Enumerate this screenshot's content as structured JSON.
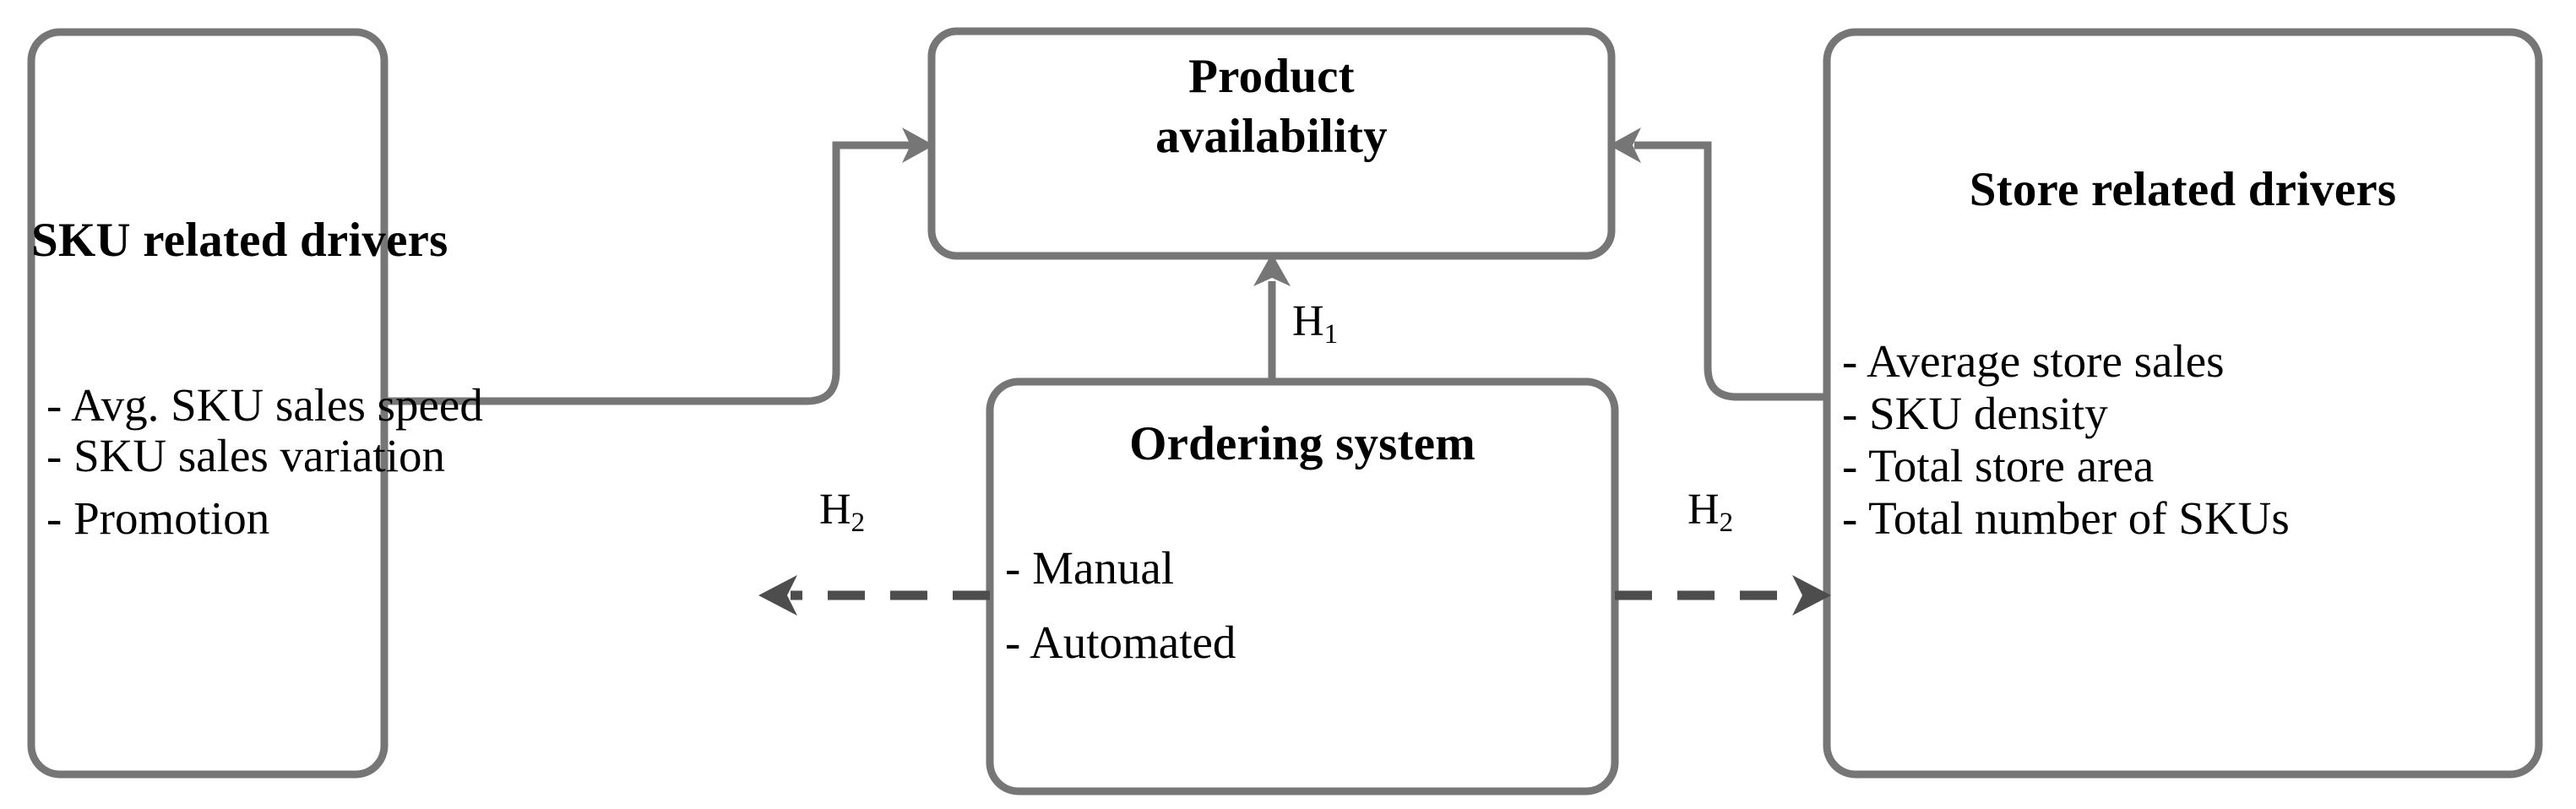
{
  "diagram": {
    "type": "conceptual-framework",
    "style": {
      "box_stroke": "#767676",
      "box_fill": "#ffffff",
      "text_color": "#000000",
      "dashed_stroke": "#4d4d4d"
    },
    "boxes": [
      {
        "id": "sku-related-drivers",
        "title": "SKU related drivers",
        "items": [
          "- Avg. SKU sales speed",
          "- SKU sales variation",
          "- Promotion"
        ]
      },
      {
        "id": "product-availability",
        "title_line1": "Product",
        "title_line2": "availability",
        "items": []
      },
      {
        "id": "store-related-drivers",
        "title": "Store related drivers",
        "items": [
          "- Average store sales",
          "- SKU density",
          "- Total store area",
          "- Total number of SKUs"
        ]
      },
      {
        "id": "ordering-system",
        "title": "Ordering system",
        "items": [
          "- Manual",
          "- Automated"
        ]
      }
    ],
    "connectors": [
      {
        "id": "sku-to-availability",
        "from": "sku-related-drivers",
        "to": "product-availability",
        "line": "solid",
        "arrow": "to",
        "label": ""
      },
      {
        "id": "store-to-availability",
        "from": "store-related-drivers",
        "to": "product-availability",
        "line": "solid",
        "arrow": "to",
        "label": ""
      },
      {
        "id": "ordering-to-availability",
        "from": "ordering-system",
        "to": "product-availability",
        "line": "solid",
        "arrow": "to",
        "label": "H",
        "label_sub": "1"
      },
      {
        "id": "ordering-to-sku",
        "from": "ordering-system",
        "to": "sku-related-drivers",
        "line": "dashed",
        "arrow": "to",
        "label": "H",
        "label_sub": "2"
      },
      {
        "id": "ordering-to-store",
        "from": "ordering-system",
        "to": "store-related-drivers",
        "line": "dashed",
        "arrow": "to",
        "label": "H",
        "label_sub": "2"
      }
    ]
  }
}
